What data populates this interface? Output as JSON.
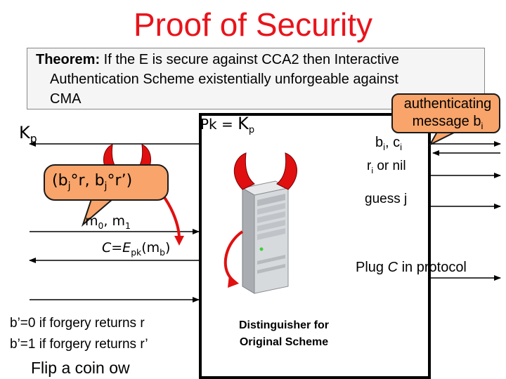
{
  "title": "Proof of Security",
  "theorem": {
    "bold_lead": "Theorem:",
    "line1": " If the E is secure against CCA2 then Interactive",
    "line2": "Authentication Scheme existentially unforgeable against",
    "line3": "CMA"
  },
  "kp_left": {
    "main": "K",
    "sub": "p"
  },
  "pk_center": {
    "prefix": "Pk = ",
    "main": "K",
    "sub": "p"
  },
  "callout_right": {
    "line1": "authenticating",
    "line2": "message b",
    "sub": "i"
  },
  "bi_ci": {
    "b": "b",
    "bsub": "i",
    "sep": ", c",
    "csub": "i"
  },
  "ri_nil": {
    "r": "r",
    "rsub": "i",
    "rest": " or nil"
  },
  "guess_j": "guess j",
  "callout_left": {
    "open": "(b",
    "sub1": "j",
    "mid": "°r, b",
    "sub2": "j",
    "close": "°r’)"
  },
  "m0_m1": {
    "m0": "m",
    "sub0": "0",
    "sep": ", m",
    "sub1": "1"
  },
  "c_epk": {
    "c": "C=E",
    "pk": "pk",
    "open": "(m",
    "b": "b",
    "close": ")"
  },
  "plug_c": {
    "pre": "Plug ",
    "c": "C",
    "post": " in protocol"
  },
  "forgery": {
    "line1": "b’=0 if forgery returns r",
    "line2": "b’=1 if forgery returns r’"
  },
  "distinguisher": {
    "line1": "Distinguisher for",
    "line2": "Original Scheme"
  },
  "flip_coin": "Flip a coin ow",
  "colors": {
    "title": "#e8141b",
    "callout": "#f8a46a",
    "devil": "#e01010",
    "server": "#c9ccd0"
  }
}
